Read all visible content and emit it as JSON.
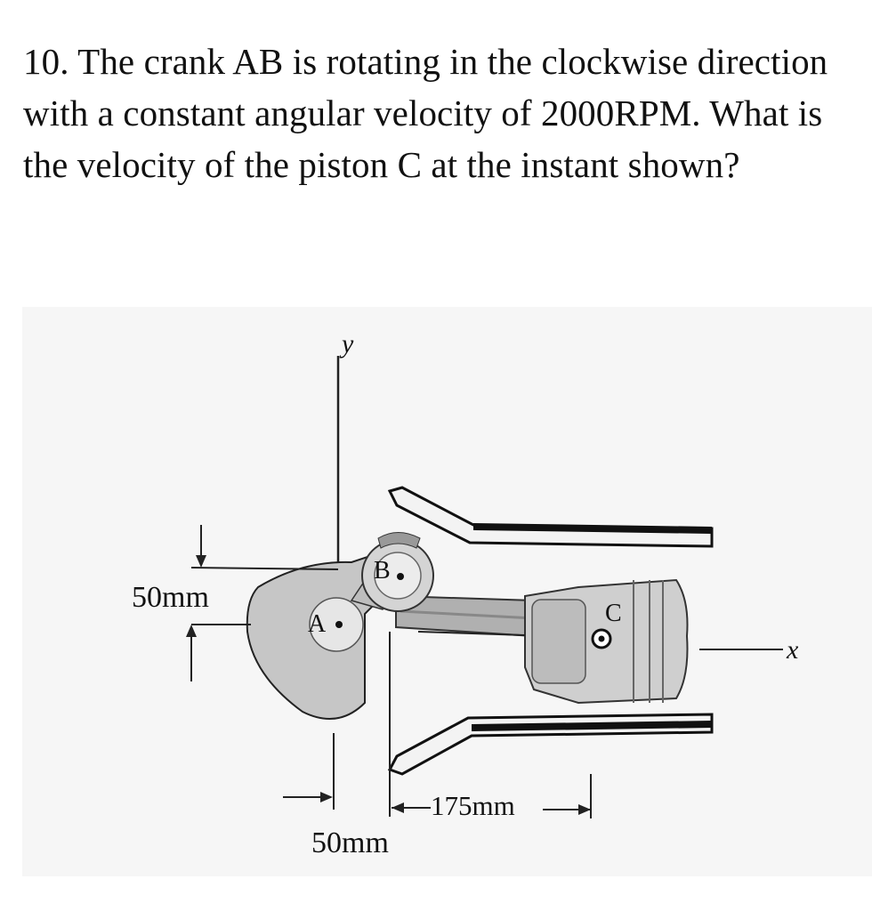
{
  "problem": {
    "number": "10.",
    "lines": [
      "The crank AB is rotating in the clockwise direction",
      "with a constant angular velocity of 2000RPM. What is",
      "the velocity of the piston C at the instant shown?"
    ]
  },
  "figure": {
    "labels": {
      "y_axis": "y",
      "x_axis": "x",
      "point_a": "A",
      "point_b": "B",
      "point_c": "C",
      "vertical_offset": "50mm",
      "horizontal_offset": "50mm",
      "rod_length": "175mm"
    }
  }
}
